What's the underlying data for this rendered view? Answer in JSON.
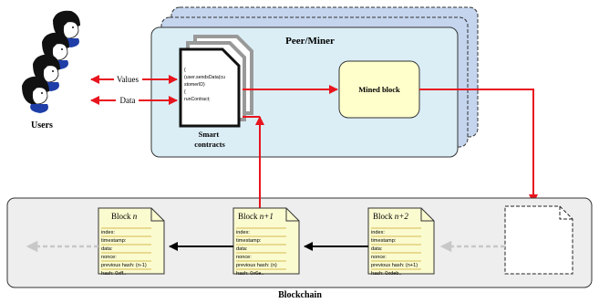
{
  "peer": {
    "title": "Peer/Miner"
  },
  "users": {
    "label": "Users"
  },
  "arrows": {
    "values": "Values",
    "data": "Data"
  },
  "contract": {
    "title_line1": "Smart",
    "title_line2": "contracts",
    "code": [
      "{",
      "(user.sendsData(cu",
      "stomerID)",
      "{",
      "runContract;"
    ]
  },
  "mined": {
    "label": "Mined block"
  },
  "blockchain": {
    "label": "Blockchain"
  },
  "blocks": [
    {
      "title_prefix": "Block ",
      "title_var": "n",
      "title_suffix": "",
      "fields": [
        "index:",
        "timestamp:",
        "data:",
        "nonce:",
        "previous hash: (n-1)",
        "hash: 0xff.."
      ]
    },
    {
      "title_prefix": "Block ",
      "title_var": "n+1",
      "title_suffix": "",
      "fields": [
        "index:",
        "timestamp:",
        "data:",
        "nonce:",
        "previous hash: (n)",
        "hash: 0x6e.."
      ]
    },
    {
      "title_prefix": "Block ",
      "title_var": "n+2",
      "title_suffix": "",
      "fields": [
        "index:",
        "timestamp:",
        "data:",
        "nonce:",
        "previous hash: (n+1)",
        "hash: 0xdeb.."
      ]
    }
  ],
  "colors": {
    "peer_fill": "#dbeef6",
    "peer_back_fill": "#c5d5ee",
    "block_fill": "#fbfbd0",
    "mined_fill": "#ffffcc",
    "chain_fill": "#eeeeee",
    "arrow_red": "#e8141e",
    "gold_line": "#c9a227"
  }
}
